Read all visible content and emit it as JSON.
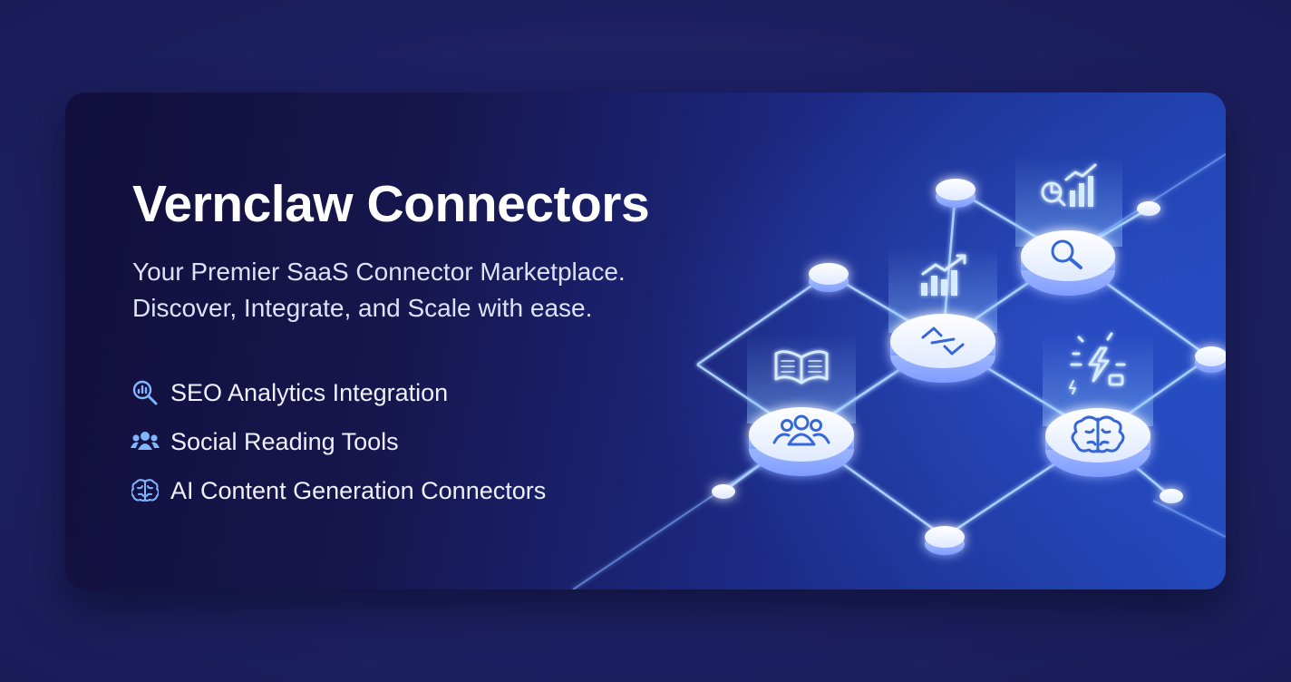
{
  "hero": {
    "title": "Vernclaw Connectors",
    "subtitle_line1": "Your Premier SaaS Connector Marketplace.",
    "subtitle_line2": "Discover, Integrate, and Scale with ease."
  },
  "features": [
    {
      "label": "SEO Analytics Integration",
      "icon": "search-analytics-icon"
    },
    {
      "label": "Social Reading Tools",
      "icon": "users-icon"
    },
    {
      "label": "AI Content Generation Connectors",
      "icon": "brain-icon"
    }
  ],
  "network": {
    "hubs": [
      {
        "icon": "users-icon",
        "float_icon": "open-book-icon"
      },
      {
        "icon": "link-icon",
        "float_icon": "bar-chart-up-icon"
      },
      {
        "icon": "magnifier-icon",
        "float_icon": "analytics-chart-icon"
      },
      {
        "icon": "brain-icon",
        "float_icon": "lightning-icon"
      }
    ]
  },
  "colors": {
    "page_background": "#1f2266",
    "banner_dark": "#120f3c",
    "banner_light": "#2147b8",
    "accent": "#7fb6ff",
    "node_glow": "#9fd4ff"
  }
}
